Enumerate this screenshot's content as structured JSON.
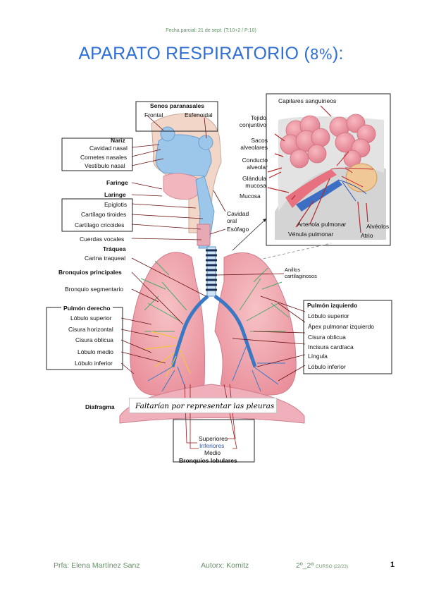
{
  "header": {
    "date_note": "Fecha parcial: 21 de sept. (T:10+2 / P:10)"
  },
  "title": {
    "main": "APARATO RESPIRATORIO (",
    "pct": "8%",
    "end": "):"
  },
  "labels": {
    "senos": "Senos paranasales",
    "frontal": "Frontal",
    "esfenoidal": "Esfenoidal",
    "nariz": "Nariz",
    "cavidad_nasal": "Cavidad nasal",
    "cornetes": "Cornetes nasales",
    "vestibulo": "Vestíbulo nasal",
    "faringe": "Faringe",
    "laringe": "Laringe",
    "epiglotis": "Epiglotis",
    "cart_tiroides": "Cartílago tiroides",
    "cart_cricoides": "Cartílago cricoides",
    "cuerdas": "Cuerdas vocales",
    "traquea": "Tráquea",
    "carina": "Carina traqueal",
    "bronquios_principales": "Bronquios principales",
    "bronquio_segmentario": "Bronquio segmentario",
    "pulmon_derecho": "Pulmón derecho",
    "lob_sup_d": "Lóbulo superior",
    "cisura_horizontal": "Cisura horizontal",
    "cisura_oblicua_d": "Cisura oblicua",
    "lobulo_medio": "Lóbulo medio",
    "lob_inf_d": "Lóbulo inferior",
    "diafragma": "Diafragma",
    "cavidad_oral": "Cavidad oral",
    "esofago": "Esófago",
    "anillos": "Anillos cartilaginosos",
    "capilares": "Capilares sanguíneos",
    "tejido": "Tejido conjuntivo",
    "sacos": "Sacos alveolares",
    "conducto": "Conducto alveolar",
    "glandula": "Glándula mucosa",
    "mucosa": "Mucosa",
    "arteriola": "Arteriola pulmonar",
    "venula": "Vénula pulmonar",
    "alveolos": "Alvéolos",
    "atrio": "Atrio",
    "pulmon_izquierdo": "Pulmón izquierdo",
    "lob_sup_i": "Lóbulo superior",
    "apex": "Ápex pulmonar izquierdo",
    "cisura_oblicua_i": "Cisura oblicua",
    "incisura": "Incisura cardíaca",
    "lingula": "Língula",
    "lob_inf_i": "Lóbulo inferior",
    "superiores": "Superiores",
    "inferiores": "Inferiores",
    "medio": "Medio",
    "bronquios_lobulares": "Bronquios lobulares"
  },
  "note": "Faltarían por representar las pleuras",
  "footer": {
    "teacher": "Prfa: Elena Martínez Sanz",
    "author": "Autorx: Komitz",
    "course": "2º_2ª",
    "course_small": "CURSO (22/23)",
    "page": "1"
  },
  "colors": {
    "title": "#2f6fd6",
    "footer": "#6a8f6a",
    "lung": "#f3a9b1",
    "bronchi_green": "#52a86a",
    "bronchi_blue": "#3b78c4",
    "bronchi_yellow": "#f2c53d",
    "airway": "#9cc6ea"
  }
}
